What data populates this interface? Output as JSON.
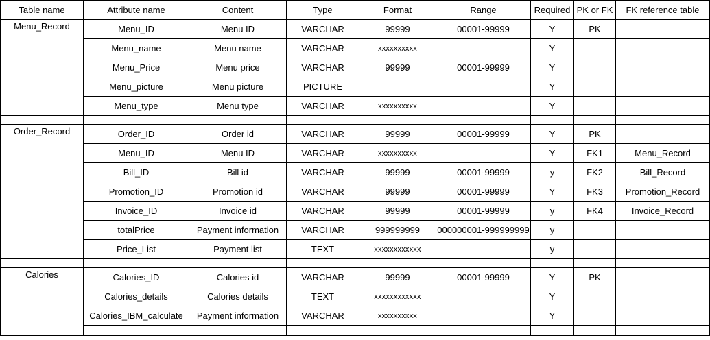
{
  "headers": [
    "Table name",
    "Attribute name",
    "Content",
    "Type",
    "Format",
    "Range",
    "Required",
    "PK or FK",
    "FK reference table"
  ],
  "groups": [
    {
      "table_name": "Menu_Record",
      "rows": [
        {
          "attr": "Menu_ID",
          "content": "Menu ID",
          "type": "VARCHAR",
          "format": "99999",
          "range": "00001-99999",
          "required": "Y",
          "key": "PK",
          "ref": ""
        },
        {
          "attr": "Menu_name",
          "content": "Menu name",
          "type": "VARCHAR",
          "format": "xxxxxxxxxx",
          "range": "",
          "required": "Y",
          "key": "",
          "ref": ""
        },
        {
          "attr": "Menu_Price",
          "content": "Menu price",
          "type": "VARCHAR",
          "format": "99999",
          "range": "00001-99999",
          "required": "Y",
          "key": "",
          "ref": ""
        },
        {
          "attr": "Menu_picture",
          "content": "Menu picture",
          "type": "PICTURE",
          "format": "",
          "range": "",
          "required": "Y",
          "key": "",
          "ref": ""
        },
        {
          "attr": "Menu_type",
          "content": "Menu type",
          "type": "VARCHAR",
          "format": "xxxxxxxxxx",
          "range": "",
          "required": "Y",
          "key": "",
          "ref": ""
        }
      ]
    },
    {
      "table_name": "Order_Record",
      "rows": [
        {
          "attr": "Order_ID",
          "content": "Order id",
          "type": "VARCHAR",
          "format": "99999",
          "range": "00001-99999",
          "required": "Y",
          "key": "PK",
          "ref": ""
        },
        {
          "attr": "Menu_ID",
          "content": "Menu ID",
          "type": "VARCHAR",
          "format": "xxxxxxxxxx",
          "range": "",
          "required": "Y",
          "key": "FK1",
          "ref": "Menu_Record"
        },
        {
          "attr": "Bill_ID",
          "content": "Bill id",
          "type": "VARCHAR",
          "format": "99999",
          "range": "00001-99999",
          "required": "y",
          "key": "FK2",
          "ref": "Bill_Record"
        },
        {
          "attr": "Promotion_ID",
          "content": "Promotion id",
          "type": "VARCHAR",
          "format": "99999",
          "range": "00001-99999",
          "required": "Y",
          "key": "FK3",
          "ref": "Promotion_Record"
        },
        {
          "attr": "Invoice_ID",
          "content": "Invoice id",
          "type": "VARCHAR",
          "format": "99999",
          "range": "00001-99999",
          "required": "y",
          "key": "FK4",
          "ref": "Invoice_Record"
        },
        {
          "attr": "totalPrice",
          "content": "Payment information",
          "type": "VARCHAR",
          "format": "999999999",
          "range": "000000001-999999999",
          "required": "y",
          "key": "",
          "ref": ""
        },
        {
          "attr": "Price_List",
          "content": "Payment list",
          "type": "TEXT",
          "format": "xxxxxxxxxxxx",
          "range": "",
          "required": "y",
          "key": "",
          "ref": ""
        }
      ]
    },
    {
      "table_name": "Calories",
      "rows": [
        {
          "attr": "Calories_ID",
          "content": "Calories id",
          "type": "VARCHAR",
          "format": "99999",
          "range": "00001-99999",
          "required": "Y",
          "key": "PK",
          "ref": ""
        },
        {
          "attr": "Calories_details",
          "content": "Calories details",
          "type": "TEXT",
          "format": "xxxxxxxxxxxx",
          "range": "",
          "required": "Y",
          "key": "",
          "ref": ""
        },
        {
          "attr": "Calories_IBM_calculate",
          "content": "Payment information",
          "type": "VARCHAR",
          "format": "xxxxxxxxxx",
          "range": "",
          "required": "Y",
          "key": "",
          "ref": ""
        }
      ]
    }
  ]
}
